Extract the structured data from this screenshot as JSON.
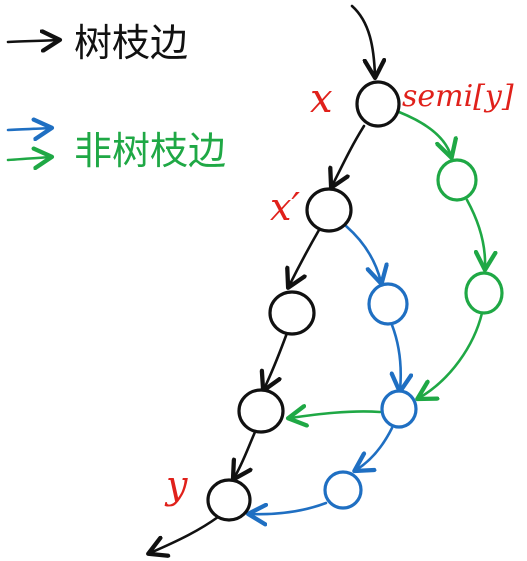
{
  "colors": {
    "tree_edge": "#111111",
    "blue_edge": "#1f6fc2",
    "green_edge": "#1fa845",
    "label_red": "#e0211b"
  },
  "legend": {
    "tree_edge_label": "树枝边",
    "non_tree_edge_label": "非树枝边"
  },
  "labels": {
    "x": "x",
    "x_prime": "x′",
    "semi": "semi[y]",
    "y": "y"
  }
}
